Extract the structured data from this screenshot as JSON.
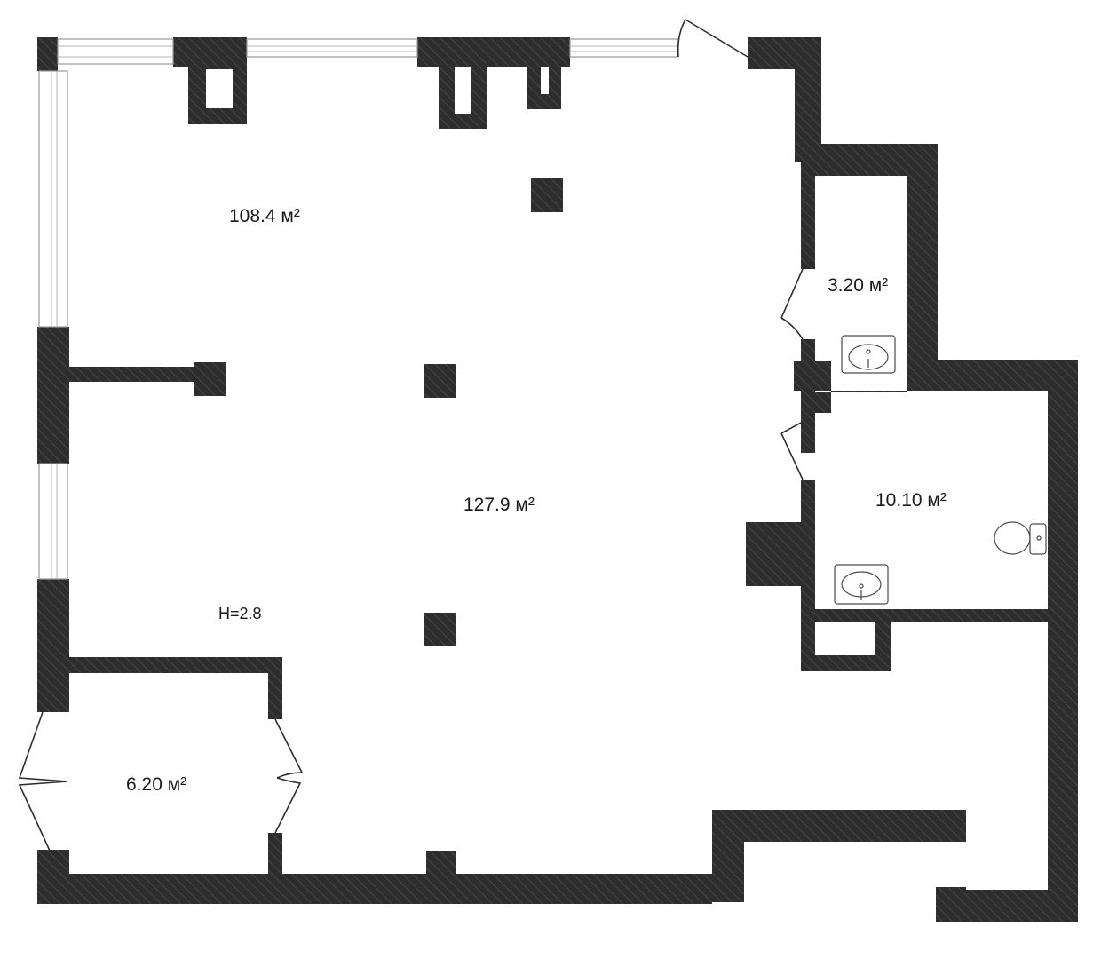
{
  "plan": {
    "colors": {
      "wall": "#2d2d2d",
      "hatch": "#474747",
      "window_frame": "#9a9a9a",
      "background": "#ffffff"
    },
    "labels": {
      "area_hall": "108.4 м²",
      "area_main": "127.9 м²",
      "area_wc_small": "3.20 м²",
      "area_wc_large": "10.10 м²",
      "area_vestibule": "6.20 м²",
      "ceiling_height": "H=2.8"
    }
  }
}
